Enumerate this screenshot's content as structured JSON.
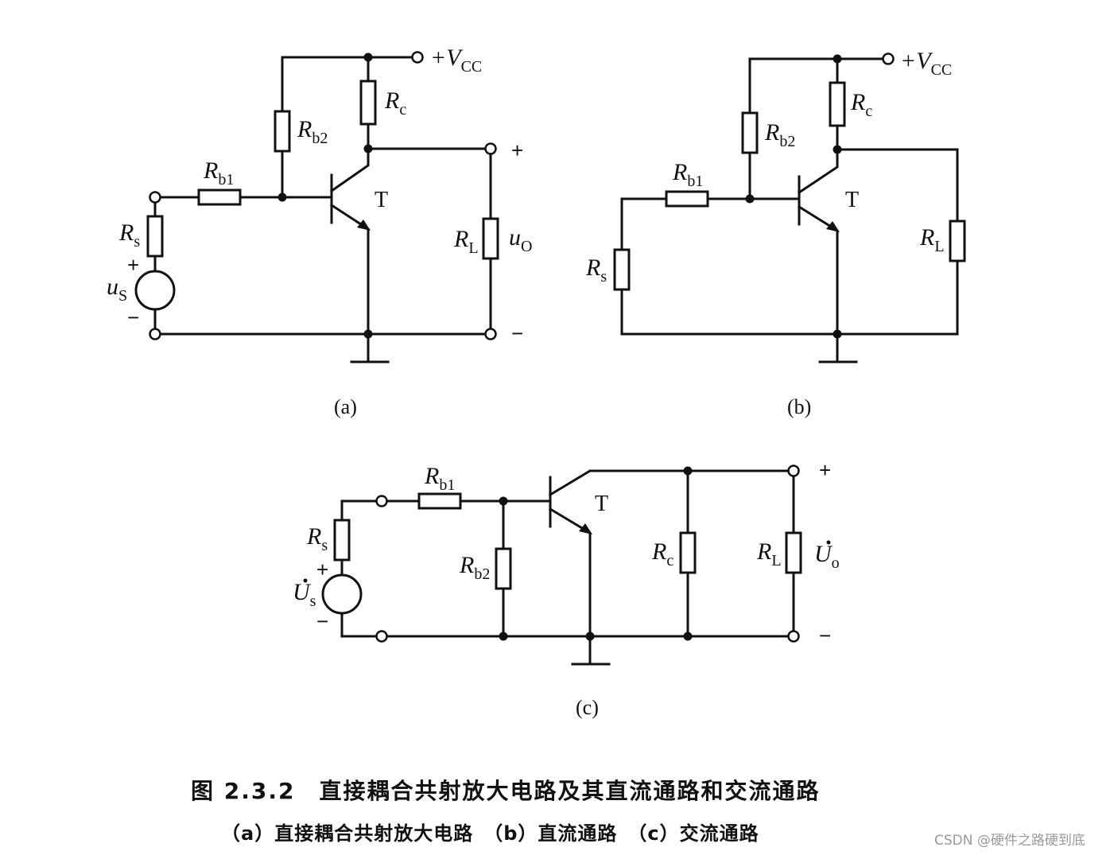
{
  "circuit_a": {
    "vcc": "+V",
    "vcc_sub": "CC",
    "rc": "R",
    "rc_sub": "c",
    "rb2": "R",
    "rb2_sub": "b2",
    "rb1": "R",
    "rb1_sub": "b1",
    "rs": "R",
    "rs_sub": "s",
    "rl": "R",
    "rl_sub": "L",
    "us": "u",
    "us_sub": "S",
    "uo": "u",
    "uo_sub": "O",
    "transistor": "T",
    "plus": "+",
    "minus": "−",
    "caption": "(a)"
  },
  "circuit_b": {
    "vcc": "+V",
    "vcc_sub": "CC",
    "rc": "R",
    "rc_sub": "c",
    "rb2": "R",
    "rb2_sub": "b2",
    "rb1": "R",
    "rb1_sub": "b1",
    "rs": "R",
    "rs_sub": "s",
    "rl": "R",
    "rl_sub": "L",
    "transistor": "T",
    "caption": "(b)"
  },
  "circuit_c": {
    "rb1": "R",
    "rb1_sub": "b1",
    "rs": "R",
    "rs_sub": "s",
    "rb2": "R",
    "rb2_sub": "b2",
    "rc": "R",
    "rc_sub": "c",
    "rl": "R",
    "rl_sub": "L",
    "us": "U",
    "us_sub": "s",
    "uo": "U",
    "uo_sub": "o",
    "transistor": "T",
    "plus": "+",
    "minus": "−",
    "caption": "(c)"
  },
  "figure": {
    "title": "图 2.3.2　直接耦合共射放大电路及其直流通路和交流通路",
    "subtitle": "（a）直接耦合共射放大电路　（b）直流通路　（c）交流通路",
    "watermark": "CSDN @硬件之路硬到底"
  }
}
